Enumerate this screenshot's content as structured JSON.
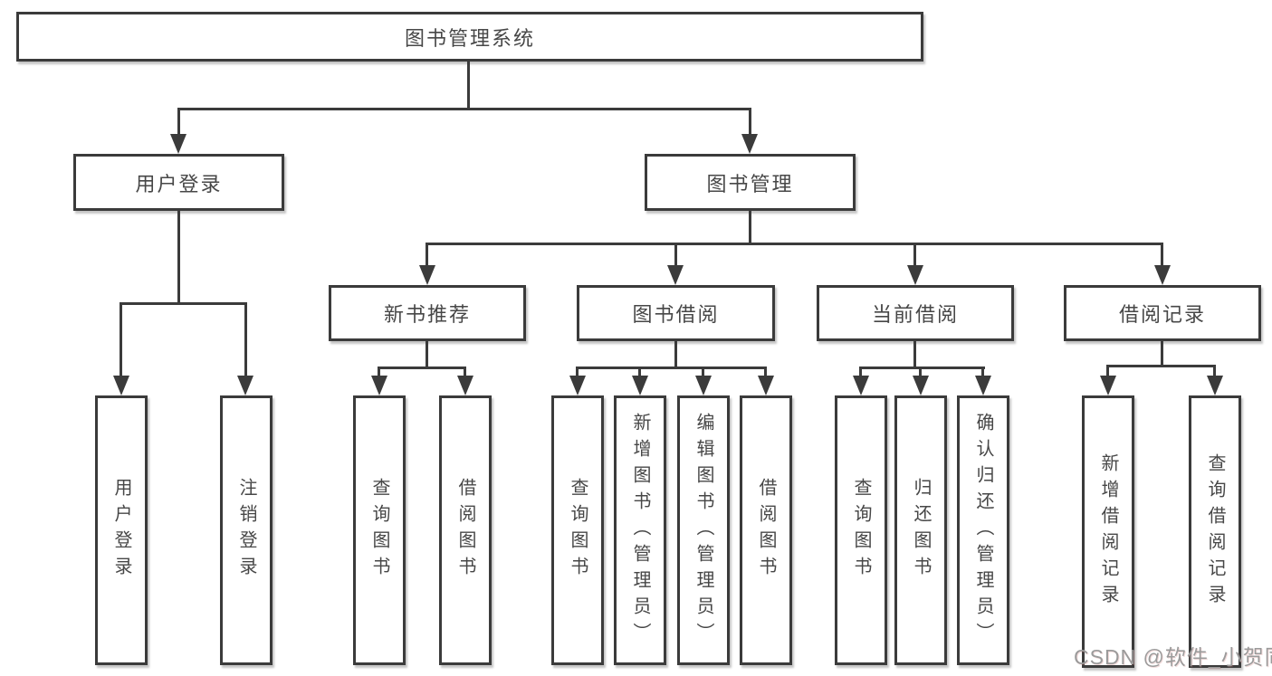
{
  "diagram": {
    "title": "图书管理系统",
    "branches": [
      {
        "label": "用户登录",
        "children": [
          {
            "label": "用户登录"
          },
          {
            "label": "注销登录"
          }
        ]
      },
      {
        "label": "图书管理",
        "children": [
          {
            "label": "新书推荐",
            "children": [
              {
                "label": "查询图书"
              },
              {
                "label": "借阅图书"
              }
            ]
          },
          {
            "label": "图书借阅",
            "children": [
              {
                "label": "查询图书"
              },
              {
                "label": "新增图书（管理员）"
              },
              {
                "label": "编辑图书（管理员）"
              },
              {
                "label": "借阅图书"
              }
            ]
          },
          {
            "label": "当前借阅",
            "children": [
              {
                "label": "查询图书"
              },
              {
                "label": "归还图书"
              },
              {
                "label": "确认归还（管理员）"
              }
            ]
          },
          {
            "label": "借阅记录",
            "children": [
              {
                "label": "新增借阅记录"
              },
              {
                "label": "查询借阅记录"
              }
            ]
          }
        ]
      }
    ]
  },
  "watermark": {
    "text": "CSDN @软件_小贺同学"
  },
  "colors": {
    "line": "#3b3b3b",
    "text": "#474747",
    "background": "#ffffff",
    "watermark": "#9b9b9b"
  }
}
